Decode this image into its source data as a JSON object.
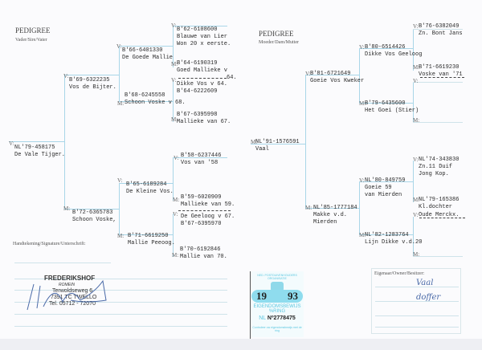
{
  "left": {
    "title": "PEDIGREE",
    "subtitle": "Vader/Sire/Vater",
    "subject": {
      "label": "V:",
      "ring": "NL'79-458175",
      "name": "De Vale Tijger."
    },
    "sire": {
      "label": "V:",
      "ring": "B'69-6322235",
      "name": "Vos de Bijter."
    },
    "dam": {
      "label": "M:",
      "ring": "B'72-6365783",
      "name": "Schoon Voske,"
    },
    "g3": [
      {
        "label": "V:",
        "ring": "B'66-6401330",
        "name": "De Goede Mallie"
      },
      {
        "label": "M:",
        "ring": "B'68-6245558",
        "name": "Schoon Voske v 68."
      },
      {
        "label": "V:",
        "ring": "B'65-6189284",
        "name": "De Kleine Vos."
      },
      {
        "label": "M:",
        "ring": "B'71-6619250",
        "name": "Mallie Peeoog."
      }
    ],
    "g4": [
      {
        "label": "V:",
        "l1": "B'62-6108600",
        "l2": "Blauwe van Lier",
        "l3": "Won 20 x eerste."
      },
      {
        "label": "M:",
        "l1": "B'64-6190319",
        "l2": "Goed Mallieke v",
        "l3": "64."
      },
      {
        "label": "V:",
        "l1": "Dikke Vos v  64.",
        "l2": "B'64-6222609"
      },
      {
        "label": "M:",
        "l1": "B'67-6395998",
        "l2": "Mallieke van 67."
      },
      {
        "label": "V:",
        "l1": "B'58-6237446",
        "l2": "Vos van '58"
      },
      {
        "label": "M:",
        "l1": "B'59-6020909",
        "l2": "Mallieke van 59."
      },
      {
        "label": "V:",
        "l1": "De Geeloog v 67.",
        "l2": "B'67-6395970"
      },
      {
        "label": "M:",
        "l1": "B'70-6192846",
        "l2": "Mallie van 70."
      }
    ]
  },
  "right": {
    "title": "PEDIGREE",
    "subtitle": "Moeder/Dam/Mutter",
    "subject": {
      "label": "M:",
      "ring": "NL'91-1576591",
      "name": "Vaal"
    },
    "sire": {
      "label": "V:",
      "ring": "B'81-6721649",
      "name": "Goeie Vos Kweker"
    },
    "dam": {
      "label": "M:",
      "ring": "NL'85-1777184",
      "name": "Makke v.d.",
      "name2": "Mierden"
    },
    "g3": [
      {
        "label": "V:",
        "ring": "B'80-6514426",
        "name": "Dikke Vos Geeloog"
      },
      {
        "label": "M:",
        "ring": "B'79-6435600",
        "name": "Het Goei (Stier)"
      },
      {
        "label": "V:",
        "ring": "NL'80-849759",
        "name": "Goeie 59",
        "name2": "van Mierden"
      },
      {
        "label": "M:",
        "ring": "NL'82-1283764",
        "name": "Lijn Dikke v.d.20"
      }
    ],
    "g4": [
      {
        "label": "V:",
        "l1": "B'76-6382049",
        "l2": "Zn. Bont Jans"
      },
      {
        "label": "M:",
        "l1": "B'71-6619230",
        "l2": "Voske van '71"
      },
      {
        "label": "V:"
      },
      {
        "label": "M:"
      },
      {
        "label": "V:",
        "l1": "NL'74-343830",
        "l2": "Zn.11 Duif",
        "l3": "Jong Kop."
      },
      {
        "label": "M:",
        "l1": "NL'79-165386",
        "l2": "Kl.dochter"
      },
      {
        "label": "V:",
        "l1": "Oude Merckx."
      },
      {
        "label": "M:"
      }
    ]
  },
  "signature": {
    "label": "Handtekening/Signature/Unterschrift:"
  },
  "stamp": {
    "name": "FREDERIKSHOF",
    "sub": "ROMEIN",
    "street": "Terwoldseweg 6",
    "city": "7391 TC  TWELLO",
    "tel": "Tel. 05712 - 72070"
  },
  "ring_card": {
    "org": "NED. POSTDUIVENHOUDERS ORGANISATIE",
    "year_a": "19",
    "year_b": "93",
    "title": "EIGENDOMSBEWIJS %RING",
    "country": "NL",
    "number": "Nº2778475",
    "footer": "Controleer uw eigendomsbewijs met de ring"
  },
  "owner": {
    "label": "Eigenaar/Owner/Besitzer:",
    "line1": "Vaal",
    "line2": "doffer"
  },
  "colors": {
    "line": "#a9d6e8",
    "ring_card": "#5cc7e0"
  }
}
